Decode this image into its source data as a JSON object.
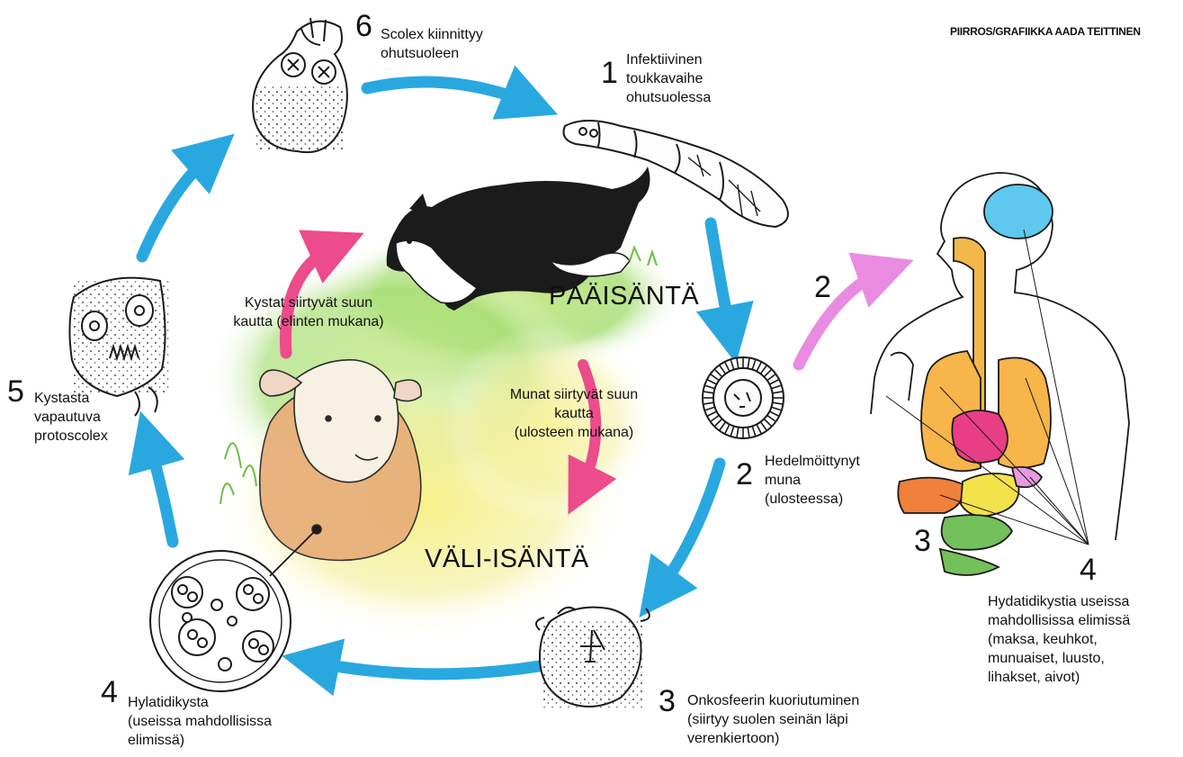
{
  "credit": "PIIRROS/GRAFIIKKA AADA TEITTINEN",
  "hosts": {
    "definitive": "PÄÄISÄNTÄ",
    "intermediate": "VÄLI-ISÄNTÄ"
  },
  "stages": [
    {
      "number": "6",
      "lines": [
        "Scolex kiinnittyy",
        "ohutsuoleen"
      ]
    },
    {
      "number": "1",
      "lines": [
        "Infektiivinen",
        "toukkavaihe",
        "ohutsuolessa"
      ]
    },
    {
      "number": "2",
      "lines": [
        "Hedelmöittynyt",
        "muna",
        "(ulosteessa)"
      ]
    },
    {
      "number": "3",
      "lines": [
        "Onkosfeerin kuoriutuminen",
        "(siirtyy suolen seinän läpi",
        "verenkiertoon)"
      ]
    },
    {
      "number": "4",
      "lines": [
        "Hylatidikysta",
        "(useissa mahdollisissa",
        "elimissä)"
      ]
    },
    {
      "number": "5",
      "lines": [
        "Kystasta",
        "vapautuva",
        "protoscolex"
      ]
    }
  ],
  "transmission": {
    "cysts": [
      "Kystat siirtyvät suun",
      "kautta (elinten mukana)"
    ],
    "eggs": [
      "Munat siirtyvät suun",
      "kautta",
      "(ulosteen mukana)"
    ]
  },
  "human": {
    "egg_number": "2",
    "hatch_number": "3",
    "cyst_number": "4",
    "cyst_lines": [
      "Hydatidikystia useissa",
      "mahdollisissa elimissä",
      "(maksa, keuhkot,",
      "munuaiset, luusto,",
      "lihakset, aivot)"
    ]
  },
  "colors": {
    "cycle_arrow": "#29a8e0",
    "transmission_arrow": "#ec4b8c",
    "human_arrow": "#e98be0",
    "grass": "#8ccf5a",
    "brain": "#5ec8ee",
    "lungs": "#f7b54a",
    "heart": "#e83e86",
    "liver": "#f0803a",
    "stomach": "#f4e24a",
    "intestine": "#74c05a",
    "kidney": "#e59be0",
    "sheep_wool": "#e8b07a"
  },
  "icons": [
    "scolex-icon",
    "larva-icon",
    "egg-icon",
    "oncosphere-icon",
    "hydatid-cyst-icon",
    "protoscolex-icon",
    "dog-icon",
    "sheep-icon",
    "human-body-icon"
  ]
}
